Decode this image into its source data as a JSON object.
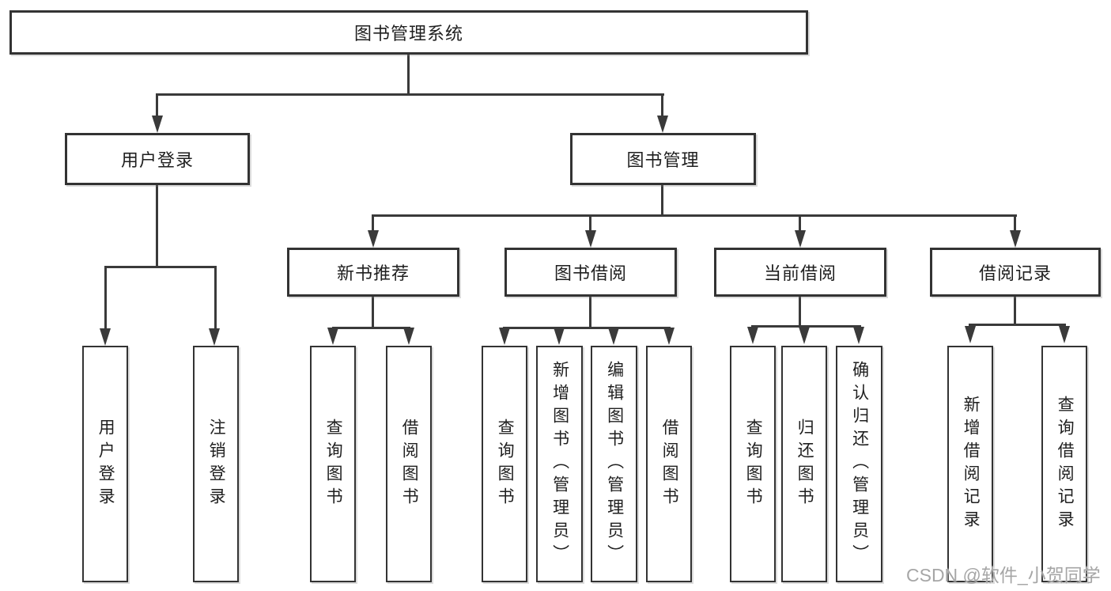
{
  "diagram_title": "图书管理系统",
  "tree": {
    "label": "图书管理系统",
    "children": [
      {
        "label": "用户登录",
        "children": [
          {
            "label": "用户登录"
          },
          {
            "label": "注销登录"
          }
        ]
      },
      {
        "label": "图书管理",
        "children": [
          {
            "label": "新书推荐",
            "children": [
              {
                "label": "查询图书"
              },
              {
                "label": "借阅图书"
              }
            ]
          },
          {
            "label": "图书借阅",
            "children": [
              {
                "label": "查询图书"
              },
              {
                "label": "新增图书（管理员）"
              },
              {
                "label": "编辑图书（管理员）"
              },
              {
                "label": "借阅图书"
              }
            ]
          },
          {
            "label": "当前借阅",
            "children": [
              {
                "label": "查询图书"
              },
              {
                "label": "归还图书"
              },
              {
                "label": "确认归还（管理员）"
              }
            ]
          },
          {
            "label": "借阅记录",
            "children": [
              {
                "label": "新增借阅记录"
              },
              {
                "label": "查询借阅记录"
              }
            ]
          }
        ]
      }
    ]
  },
  "watermark": {
    "text": "CSDN @软件_小贺同学"
  },
  "colors": {
    "line": "#3a3a3a",
    "box_border": "#333333",
    "text": "#1f1f1f",
    "watermark": "#a6a6a6",
    "background": "#ffffff"
  }
}
